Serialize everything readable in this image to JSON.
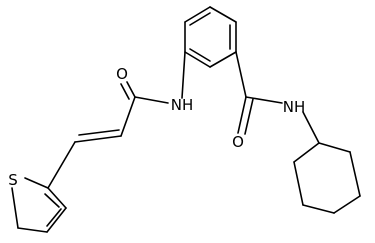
{
  "structure": {
    "atoms": {
      "carbonyl_oxygen_left": "O",
      "amide_nitrogen_left": "NH",
      "carbonyl_oxygen_right": "O",
      "amide_nitrogen_right": "NH",
      "thiophene_sulfur": "S"
    }
  },
  "colors": {
    "bond": "#000000",
    "label": "#000000",
    "background": "#ffffff"
  }
}
